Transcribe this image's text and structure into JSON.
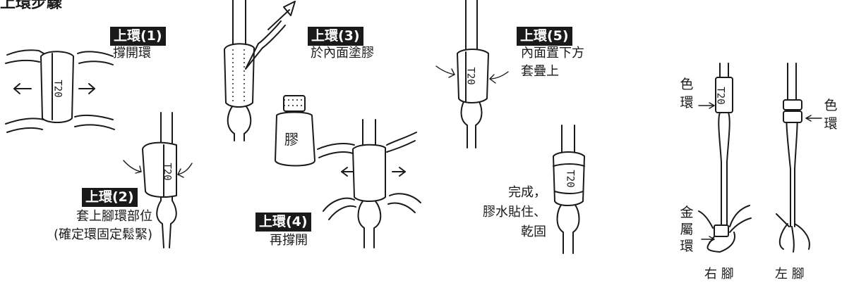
{
  "header_fragment": "上環步驟",
  "steps": [
    {
      "badge": "上環(1)",
      "lines": [
        "撐開環"
      ]
    },
    {
      "badge": "上環(2)",
      "lines": [
        "套上腳環部位",
        "(確定環固定鬆緊)"
      ]
    },
    {
      "badge": "上環(3)",
      "lines": [
        "於內面塗膠"
      ]
    },
    {
      "badge": "上環(4)",
      "lines": [
        "再撐開"
      ]
    },
    {
      "badge": "上環(5)",
      "lines": [
        "內面置下方",
        "套疊上"
      ]
    }
  ],
  "finish_lines": [
    "完成，",
    "膠水貼住、",
    "乾固"
  ],
  "glue_bottle_label": "膠",
  "ring_code": "T20",
  "legend": {
    "color_ring_right": [
      "色",
      "環"
    ],
    "color_ring_left": [
      "色",
      "環"
    ],
    "metal_ring": [
      "金",
      "屬",
      "環"
    ],
    "right_foot": "右 腳",
    "left_foot": "左 腳"
  }
}
